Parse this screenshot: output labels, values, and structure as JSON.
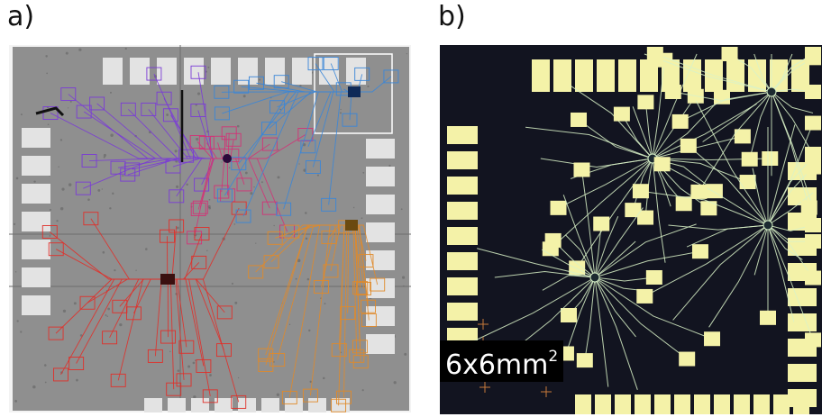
{
  "labels": {
    "a": "a)",
    "b": "b)"
  },
  "scale_bar": {
    "text": "6x6mm",
    "superscript": "2"
  },
  "colors": {
    "bg_gray": "#8f8f8f",
    "pad_gray": "#e3e3e3",
    "chip_dark": "#121420",
    "pad_yellow": "#f4f2a8",
    "trace_purple": "#7a3bd6",
    "trace_magenta": "#d23377",
    "trace_red": "#e0302a",
    "trace_blue": "#3a86d8",
    "trace_orange": "#e08a2a",
    "trace_light": "#d9f2c8"
  }
}
